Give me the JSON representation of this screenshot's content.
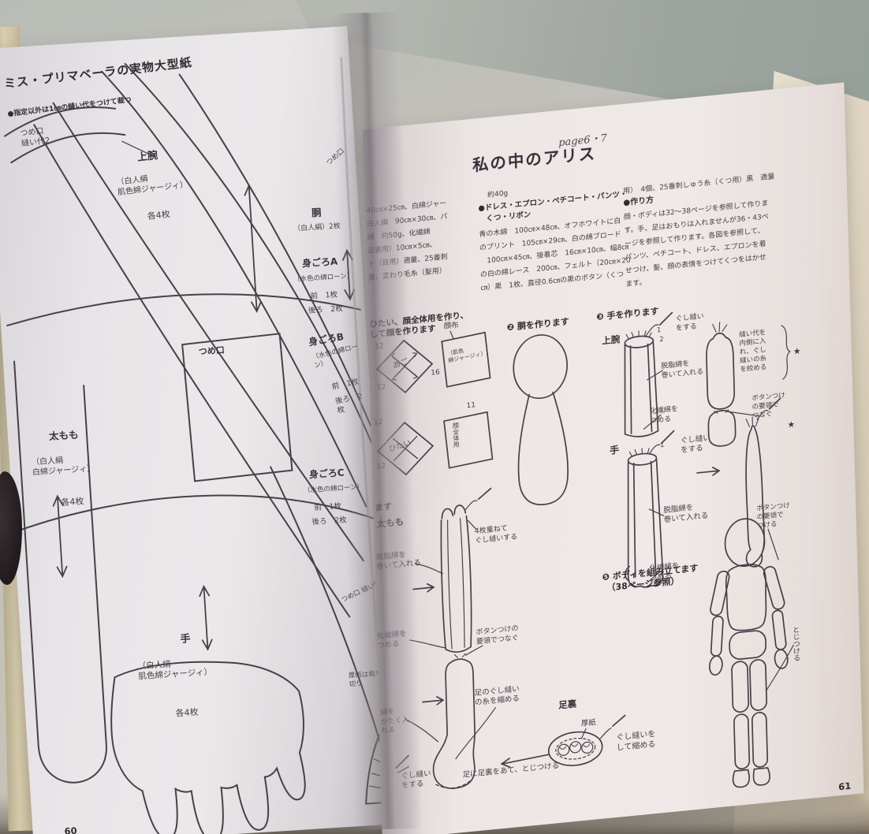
{
  "colors": {
    "wall": "#9ea59e",
    "table": "#ded4c0",
    "page_left": "#e9e6e9",
    "page_right": "#ece6e5",
    "ink": "#474049",
    "fore_edge": "#d8cdae"
  },
  "left_page": {
    "title": "ミス・プリマベーラの実物大型紙",
    "subtitle": "●指定以外は1㎝の縫い代をつけて裁つ",
    "page_number": "60",
    "labels": [
      {
        "text": "つめ口\n縫い代2"
      },
      {
        "text": "上腕"
      },
      {
        "text": "（白人絹\n肌色綿ジャージィ）"
      },
      {
        "text": "各4枚"
      },
      {
        "text": "胴"
      },
      {
        "text": "（白人絹）2枚"
      },
      {
        "text": "身ごろA"
      },
      {
        "text": "（水色の綿ローン）"
      },
      {
        "text": "前　1枚"
      },
      {
        "text": "後ろ　2枚"
      },
      {
        "text": "つめ口"
      },
      {
        "text": "身ごろB"
      },
      {
        "text": "（水色の綿ローン）"
      },
      {
        "text": "前　1枚"
      },
      {
        "text": "後ろ　2枚"
      },
      {
        "text": "太もも"
      },
      {
        "text": "（白人絹\n白綿ジャージィ）"
      },
      {
        "text": "各4枚"
      },
      {
        "text": "身ごろC"
      },
      {
        "text": "（水色の綿ローン）"
      },
      {
        "text": "前　1枚"
      },
      {
        "text": "後ろ　2枚"
      },
      {
        "text": "手"
      },
      {
        "text": "（白人絹\n肌色綿ジャージィ）"
      },
      {
        "text": "各4枚"
      },
      {
        "text": "つめ口 縫い代"
      },
      {
        "text": "厚紙は裁ち切り"
      },
      {
        "text": "つめ口"
      }
    ]
  },
  "right_page": {
    "page_header": "page6・7",
    "title": "私の中のアリス",
    "page_number": "61",
    "materials_col1": "40㎝×25㎝、白綿ジャー\n白人絹　90㎝×30㎝、パ\n絹　約50g、化繊綿\n足裏用）10㎝×5㎝、\nト（目用）適量、25番刺\n量、変わり毛糸（髪用）",
    "materials_col2_weight": "約40g",
    "materials_col2_heading": "●ドレス・エプロン・ペチコート・パンツ・\n　くつ・リボン",
    "materials_col2_body": "青の木綿　100㎝×48㎝、オフホワイトに白\nのプリント　105㎝×29㎝、白の綿ブロード\n　100㎝×45㎝、接着芯　16㎝×10㎝、幅8㎝\nの白の綿レース　200㎝、フェルト（20㎝×20\n㎝）黒　1枚、直径0.6㎝の黒のボタン（くつ",
    "materials_col3_line1": "用）　4個、25番刺しゅう糸（くつ用）黒　適量",
    "howto_heading": "●作り方",
    "howto_body": "顔・ボディは32〜38ページを参照して作りま\nす。手、足はおもりは入れませんが36・43ペ\nージを参照して作ります。各図を参照して、\nパンツ、ペチコート、ドレス、エプロンを着\nせつけ、髪、顔の表情をつけてくつをはかせ\nます。",
    "step1_text": "ひたい、顔全体用を作り、\nして顔を作ります",
    "step2_heading": "❷ 胴を作ります",
    "step3_heading": "❸ 手を作ります",
    "step4_heading_fragment": "ます",
    "step5_heading": "❺ ボディを組み立てます\n　（38ページ参照）",
    "labels": [
      {
        "text": "あご"
      },
      {
        "text": "12"
      },
      {
        "text": "12"
      },
      {
        "text": "顔布"
      },
      {
        "text": "（肌色\n綿ジャージィ）"
      },
      {
        "text": "16"
      },
      {
        "text": "11"
      },
      {
        "text": "ひたい"
      },
      {
        "text": "12"
      },
      {
        "text": "12"
      },
      {
        "text": "顔全体用"
      },
      {
        "text": "上腕"
      },
      {
        "text": "1"
      },
      {
        "text": "2"
      },
      {
        "text": "ぐし縫い\nをする"
      },
      {
        "text": "縫い代を\n内側に入\nれ、ぐし\n縫いの糸\nを絞める"
      },
      {
        "text": "★"
      },
      {
        "text": "ボタンつけ\nの要領で\nつなぐ"
      },
      {
        "text": "脱脂綿を\n巻いて入れる"
      },
      {
        "text": "化繊綿を\nつめる"
      },
      {
        "text": "手"
      },
      {
        "text": "1"
      },
      {
        "text": "ぐし縫い\nをする"
      },
      {
        "text": "脱脂綿を\n巻いて入れる"
      },
      {
        "text": "化繊綿を\nつめる"
      },
      {
        "text": "★"
      },
      {
        "text": "ボタンつけ\nの要領で\nつける"
      },
      {
        "text": "太もも"
      },
      {
        "text": "4枚重ねて\nぐし縫いする"
      },
      {
        "text": "脱脂綿を\n巻いて入れる"
      },
      {
        "text": "化繊綿を\nつめる"
      },
      {
        "text": "綿を\nかたく入\nれる"
      },
      {
        "text": "ボタンつけの\n要領でつなぐ"
      },
      {
        "text": "足のぐし縫い\nの糸を縮める"
      },
      {
        "text": "足裏"
      },
      {
        "text": "厚紙"
      },
      {
        "text": "ぐし縫いを\nして縮める"
      },
      {
        "text": "足に足裏をあて、とじつける"
      },
      {
        "text": "ぐし縫い\nをする"
      },
      {
        "text": "とじつける"
      }
    ]
  }
}
